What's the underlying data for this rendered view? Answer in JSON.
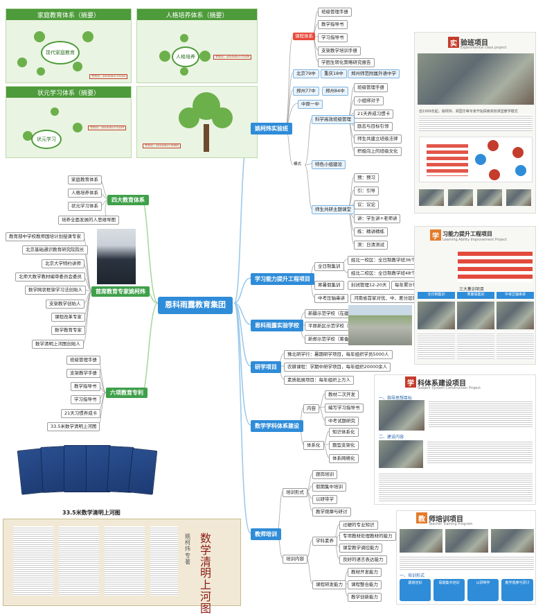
{
  "center": {
    "label": "恩科雨露教育集团"
  },
  "top_left_panels": {
    "family": {
      "title": "家庭教育体系（摘要）",
      "center_bubble": "现代家庭教育",
      "patent": "专利号：2014303775103"
    },
    "personality": {
      "title": "人格培养体系（摘要）",
      "center_bubble": "人格培养",
      "patent": "专利号：2014303775106"
    },
    "champion": {
      "title": "状元学习体系（摘要）",
      "center_bubble": "状元学习",
      "patent": "专利号：2014303775104"
    },
    "tree_patent": "专利号：2014303776085"
  },
  "four_systems": {
    "label": "四大教育体系",
    "items": [
      "家庭教育体系",
      "人格培养体系",
      "状元学习体系",
      "培养全面发展的人思维导图"
    ]
  },
  "expert": {
    "label": "首席教育专家姚柯炜",
    "items": [
      "教育部中学校教师国培计划授课专家",
      "北京基础通识教育研究院院长",
      "北京大学特约讲师",
      "北师大数学教材编审委员会委员",
      "数学网状框架学习法创始人",
      "支架教学创始人",
      "课程改革专家",
      "数学教育专家",
      "数学清明上河图创始人"
    ]
  },
  "six_patents": {
    "label": "六项教育专利",
    "items": [
      "班级管理手册",
      "支架教学手册",
      "教学指导书",
      "学习指导书",
      "21天习惯养成卡",
      "33.5米数学清明上河图"
    ]
  },
  "scroll_caption": "33.5米数学清明上河图",
  "scroll_title": "数学清明上河图",
  "scroll_author": "姚柯炜 专著",
  "yao_class": {
    "label": "姚柯炜实验班",
    "course": {
      "label": "课程体系",
      "items": [
        "班级管理手册",
        "教学指导书",
        "学习指导书",
        "支架教学培训手册",
        "学困生转化策略研究报告"
      ]
    },
    "schools": [
      "北京79中",
      "重庆18中",
      "郑州师范附属外语中学",
      "郑州77中",
      "郑州84中",
      "中原一中"
    ],
    "mode": {
      "label": "模式",
      "branches": [
        {
          "label": "科学高效班级管理",
          "items": [
            "班级管理手册",
            "小组绑对子",
            "21天养成习惯卡",
            "励志与目标引领",
            "师生共建立班级法律",
            "积极向上的班级文化"
          ]
        },
        {
          "label": "特色小组建设",
          "items": []
        },
        {
          "label": "师生共研主题课堂",
          "items": [
            "预：预习",
            "引：引导",
            "议：议论",
            "讲：学生讲+老师讲",
            "练：精讲精练",
            "测：日清测试"
          ]
        }
      ]
    }
  },
  "ability_project": {
    "label": "学习能力提升工程项目",
    "rows": [
      {
        "label": "全日制集训",
        "items": [
          "经北一校区：全日制教学班36个",
          "经北二校区：全日制教学班48个"
        ]
      },
      {
        "label": "寒暑假集训",
        "items": [
          "封闭管理12-20天",
          "每年累计培训1万人"
        ]
      },
      {
        "label": "中考压轴串讲",
        "items": [
          "河南省首家对优、中、差分层的考前串讲每年5万人"
        ]
      }
    ]
  },
  "experiment_school": {
    "label": "恩科雨露实验学校",
    "items": [
      "新疆示范学校（在建）",
      "平原新区示范学校（筹备）",
      "新郑示范学校（筹备）"
    ]
  },
  "research": {
    "label": "研学项目",
    "items": [
      "豫北研学行：暑期研学项目，每年组织学员5000人",
      "农耕课程：学期中研学项目，每年组织20000余人",
      "素质拓展项目：每年组织上万人"
    ]
  },
  "math_system": {
    "label": "数学学科体系建设",
    "content": {
      "label": "内容",
      "items": [
        "教材二次开发",
        "编写学习指导书",
        "中考试题研究"
      ]
    },
    "systematic": {
      "label": "体系化",
      "items": [
        "知识体系化",
        "题型支架化",
        "体系网络化"
      ]
    }
  },
  "teacher_training": {
    "label": "教师培训",
    "form": {
      "label": "培训形式",
      "items": [
        "跟岗培训",
        "假期集中培训",
        "以研带学",
        "教学观摩与研讨"
      ]
    },
    "content": {
      "label": "培训内容",
      "groups": [
        {
          "label": "学科素养",
          "items": [
            "过硬的专业知识",
            "专项教材处理教材的能力",
            "课堂教学调控能力",
            "良好的语言表达能力"
          ]
        },
        {
          "label": "课程研发能力",
          "items": [
            "教材开发能力",
            "课程整合能力",
            "教学创新能力"
          ]
        }
      ]
    }
  },
  "right_panels": {
    "exp_class": {
      "badge": "实",
      "title": "验班项目",
      "subtitle": "Experimental class project",
      "intro": "自1999年起，姚柯炜、郑国华等专家开始探索高效课堂教学模式"
    },
    "ability": {
      "badge": "学",
      "title": "习能力提升工程项目",
      "subtitle": "Learning Ability Improvement Project",
      "mid": "三大集训项目",
      "cards": [
        "全日制集训",
        "寒暑假集训",
        "中考压轴串讲"
      ]
    },
    "subject": {
      "badge": "学",
      "title": "科体系建设项目",
      "subtitle": "Subject System Construction Project",
      "h1": "一、指导思想目标",
      "h2": "二、建设内容"
    },
    "teacher": {
      "badge": "教",
      "title": "师培训项目",
      "subtitle": "Teacher Training Program",
      "h1": "一、培训形式",
      "cards": [
        "跟岗培训",
        "假期集中培训",
        "以研带学",
        "教学观摩与研讨"
      ]
    }
  }
}
